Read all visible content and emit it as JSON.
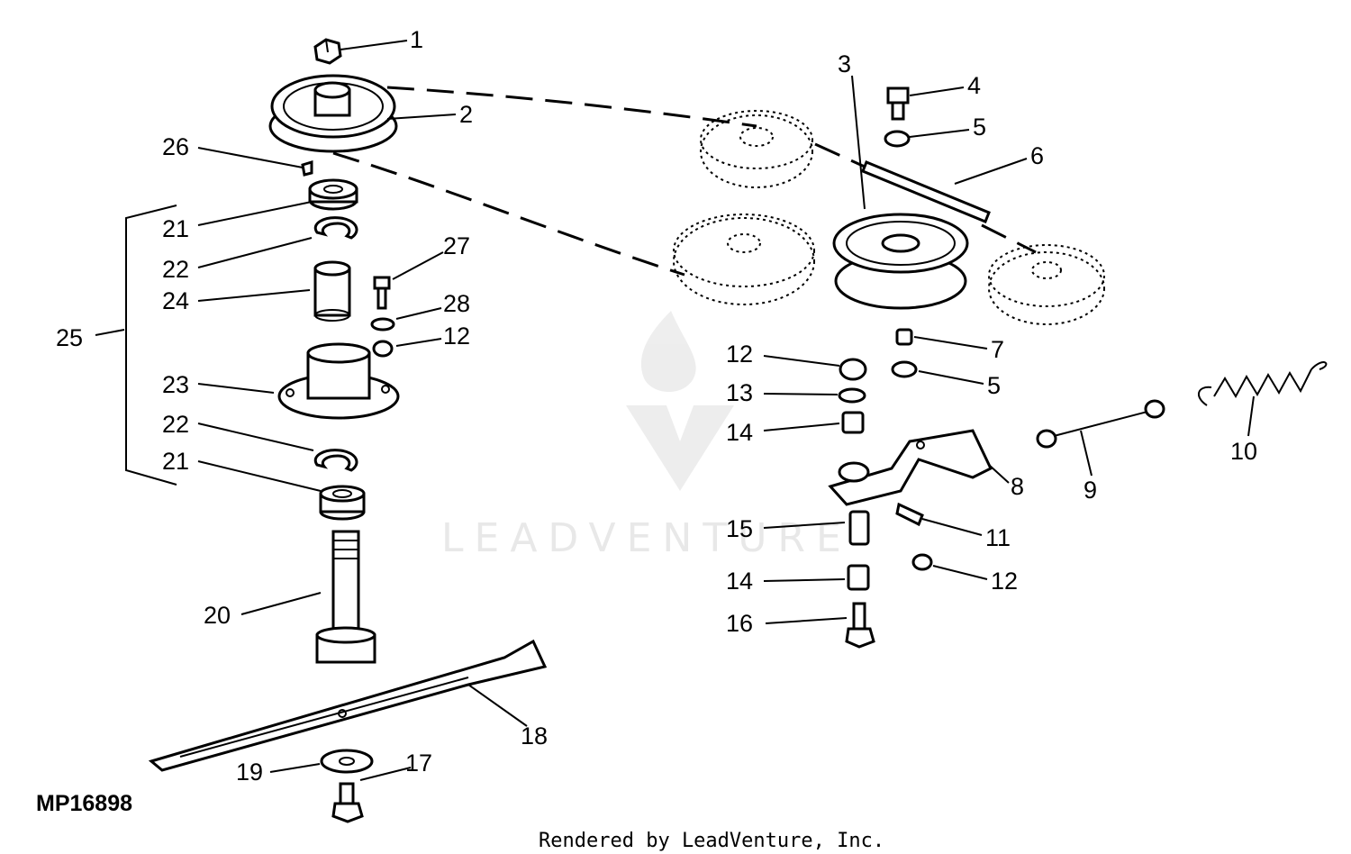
{
  "drawing_id": "MP16898",
  "footer": "Rendered by LeadVenture, Inc.",
  "watermark": "LEADVENTURE",
  "callouts": [
    "1",
    "2",
    "3",
    "4",
    "5",
    "5",
    "6",
    "7",
    "8",
    "9",
    "10",
    "11",
    "12",
    "12",
    "12",
    "13",
    "14",
    "14",
    "15",
    "16",
    "17",
    "18",
    "19",
    "20",
    "21",
    "21",
    "22",
    "22",
    "23",
    "24",
    "25",
    "26",
    "27",
    "28"
  ]
}
